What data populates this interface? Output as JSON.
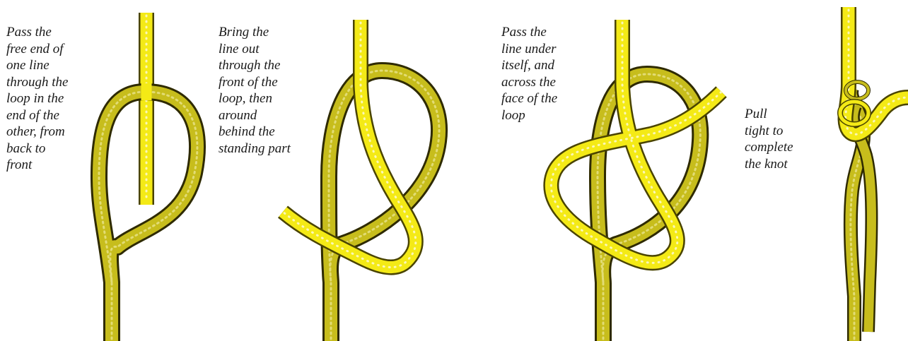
{
  "steps": [
    {
      "caption_lines": [
        "Pass the",
        "free end of",
        "one line",
        "through the",
        "loop in the",
        "end of the",
        "other, from",
        "back to",
        "front"
      ]
    },
    {
      "caption_lines": [
        "Bring the",
        "line out",
        "through the",
        "front of the",
        "loop, then",
        "around",
        "behind the",
        "standing part"
      ]
    },
    {
      "caption_lines": [
        "Pass the",
        "line under",
        "itself, and",
        "across the",
        "face of the",
        "loop"
      ]
    },
    {
      "caption_lines": [
        "Pull",
        "tight to",
        "complete",
        "the knot"
      ]
    }
  ],
  "colors": {
    "rope_dark": "#c7bd1c",
    "rope_bright": "#f4ea16",
    "outline": "#2e2a00"
  }
}
